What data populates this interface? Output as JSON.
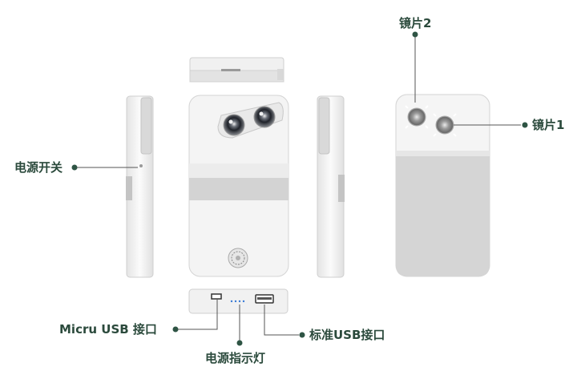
{
  "labels": {
    "lens2": "镜片2",
    "lens1": "镜片1",
    "power_switch": "电源开关",
    "micro_usb": "Micru USB 接口",
    "power_indicator": "电源指示灯",
    "std_usb": "标准USB接口"
  },
  "colors": {
    "body": "#f3f3f3",
    "edge": "#d4d4d4",
    "grey_panel": "#d2d2d2",
    "label_text": "#2b4a3c",
    "led_blue": "#3a7bd5"
  }
}
